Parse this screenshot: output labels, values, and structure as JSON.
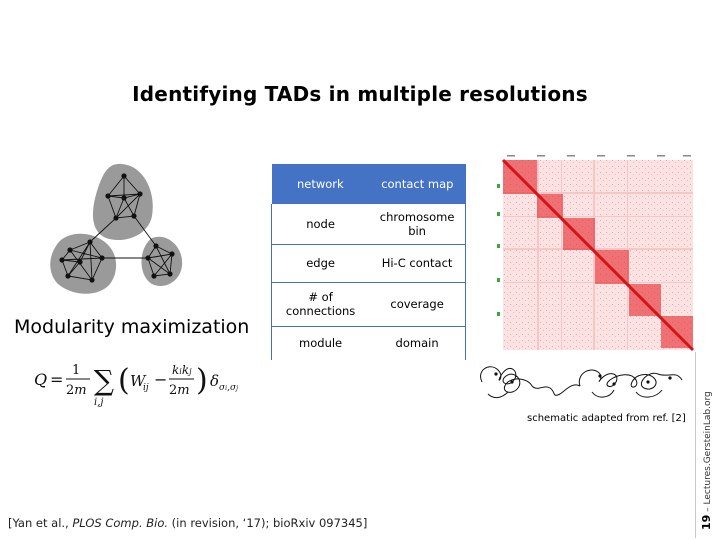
{
  "slide": {
    "title": "Identifying TADs in multiple resolutions",
    "modularity_label": "Modularity maximization",
    "table": {
      "header": [
        "network",
        "contact map"
      ],
      "rows": [
        [
          "node",
          "chromosome bin"
        ],
        [
          "edge",
          "Hi-C contact"
        ],
        [
          "# of connections",
          "coverage"
        ],
        [
          "module",
          "domain"
        ]
      ]
    },
    "schematic_caption": "schematic adapted from ref. [2]",
    "citation_prefix": "[Yan et al., ",
    "citation_journal": "PLOS Comp. Bio.",
    "citation_suffix": " (in revision, ‘17); bioRxiv 097345]",
    "slide_number": "19",
    "side_text": " – Lectures.GersteinLab.org",
    "colors": {
      "table_header": "#4472c4",
      "heatmap": "#e8262b",
      "modules": "#9a9a9a"
    }
  }
}
